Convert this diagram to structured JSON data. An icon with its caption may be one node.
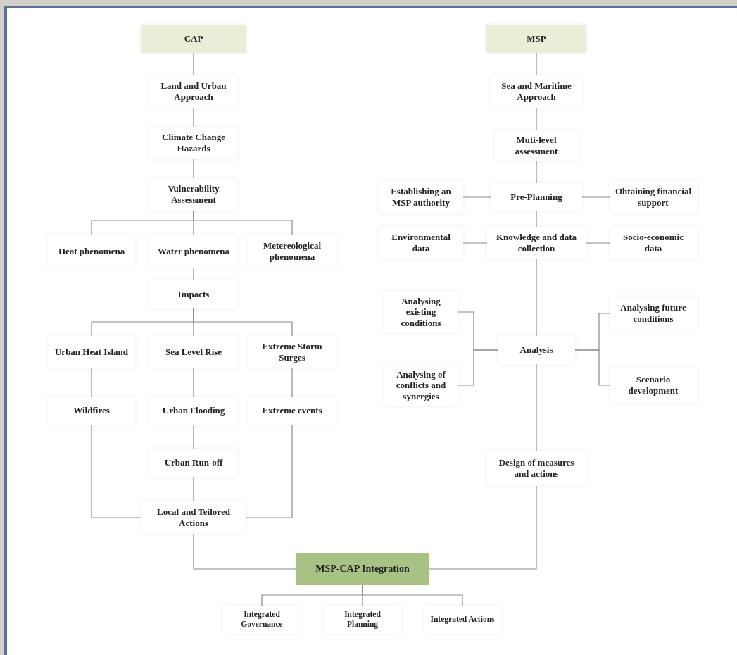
{
  "diagram": {
    "nodes": [
      {
        "text": [
          "CAP"
        ]
      },
      {
        "text": [
          "Land and Urban Approach"
        ]
      },
      {
        "text": [
          "Climate Change Hazards"
        ]
      },
      {
        "text": [
          "Vulnerability Assessment"
        ]
      },
      {
        "text": [
          "Heat phenomena"
        ]
      },
      {
        "text": [
          "Water phenomena"
        ]
      },
      {
        "text": [
          "Metereological phenomena"
        ]
      },
      {
        "text": [
          "Impacts"
        ]
      },
      {
        "text": [
          "Urban Heat Island"
        ]
      },
      {
        "text": [
          "Sea Level Rise"
        ]
      },
      {
        "text": [
          "Extreme Storm Surges"
        ]
      },
      {
        "text": [
          "Wildfires"
        ]
      },
      {
        "text": [
          "Urban Flooding"
        ]
      },
      {
        "text": [
          "Extreme events"
        ]
      },
      {
        "text": [
          "Urban Run-off"
        ]
      },
      {
        "text": [
          "Local and Teilored Actions"
        ]
      },
      {
        "text": [
          "MSP"
        ]
      },
      {
        "text": [
          "Sea and Maritime Approach"
        ]
      },
      {
        "text": [
          "Muti-level assessment"
        ]
      },
      {
        "text": [
          "Establishing an MSP authority"
        ]
      },
      {
        "text": [
          "Pre-Planning"
        ]
      },
      {
        "text": [
          "Obtaining financial support"
        ]
      },
      {
        "text": [
          "Environmental data"
        ]
      },
      {
        "text": [
          "Knowledge and data collection"
        ]
      },
      {
        "text": [
          "Socio-economic data"
        ]
      },
      {
        "text": [
          "Analysing existing conditions"
        ]
      },
      {
        "text": [
          "Analysing of conflicts and synergies"
        ]
      },
      {
        "text": [
          "Analysis"
        ]
      },
      {
        "text": [
          "Analysing future conditions"
        ]
      },
      {
        "text": [
          "Scenario development"
        ]
      },
      {
        "text": [
          "Design of measures and actions"
        ]
      },
      {
        "text": [
          "MSP-CAP Integration"
        ]
      },
      {
        "text": [
          "Integrated Governance"
        ]
      },
      {
        "text": [
          "Integrated Planning"
        ]
      },
      {
        "text": [
          "Integrated Actions"
        ]
      }
    ],
    "edges": [
      {
        "from": 0,
        "to": 1,
        "arrow": "none"
      },
      {
        "from": 1,
        "to": 2,
        "arrow": "none"
      },
      {
        "from": 2,
        "to": 3,
        "arrow": "none"
      },
      {
        "from": 3,
        "to": 4,
        "arrow": "none"
      },
      {
        "from": 3,
        "to": 5,
        "arrow": "none"
      },
      {
        "from": 3,
        "to": 6,
        "arrow": "none"
      },
      {
        "from": 5,
        "to": 7,
        "arrow": "none"
      },
      {
        "from": 7,
        "to": 8,
        "arrow": "none"
      },
      {
        "from": 7,
        "to": 9,
        "arrow": "none"
      },
      {
        "from": 7,
        "to": 10,
        "arrow": "none"
      },
      {
        "from": 8,
        "to": 11,
        "arrow": "none"
      },
      {
        "from": 9,
        "to": 12,
        "arrow": "none"
      },
      {
        "from": 10,
        "to": 13,
        "arrow": "none"
      },
      {
        "from": 12,
        "to": 14,
        "arrow": "none"
      },
      {
        "from": 14,
        "to": 15,
        "arrow": "none"
      },
      {
        "from": 11,
        "to": 15,
        "arrow": "none"
      },
      {
        "from": 13,
        "to": 15,
        "arrow": "none"
      },
      {
        "from": 15,
        "to": 31,
        "arrow": "none"
      },
      {
        "from": 16,
        "to": 17,
        "arrow": "none"
      },
      {
        "from": 17,
        "to": 18,
        "arrow": "none"
      },
      {
        "from": 18,
        "to": 20,
        "arrow": "none"
      },
      {
        "from": 20,
        "to": 19,
        "arrow": "none"
      },
      {
        "from": 20,
        "to": 21,
        "arrow": "none"
      },
      {
        "from": 20,
        "to": 23,
        "arrow": "none"
      },
      {
        "from": 23,
        "to": 22,
        "arrow": "none"
      },
      {
        "from": 23,
        "to": 24,
        "arrow": "none"
      },
      {
        "from": 23,
        "to": 27,
        "arrow": "none"
      },
      {
        "from": 27,
        "to": 25,
        "arrow": "none"
      },
      {
        "from": 27,
        "to": 26,
        "arrow": "none"
      },
      {
        "from": 27,
        "to": 28,
        "arrow": "none"
      },
      {
        "from": 27,
        "to": 29,
        "arrow": "none"
      },
      {
        "from": 27,
        "to": 30,
        "arrow": "none"
      },
      {
        "from": 30,
        "to": 31,
        "arrow": "none"
      },
      {
        "from": 31,
        "to": 32,
        "arrow": "none"
      },
      {
        "from": 31,
        "to": 33,
        "arrow": "none"
      },
      {
        "from": 31,
        "to": 34,
        "arrow": "none"
      }
    ]
  }
}
